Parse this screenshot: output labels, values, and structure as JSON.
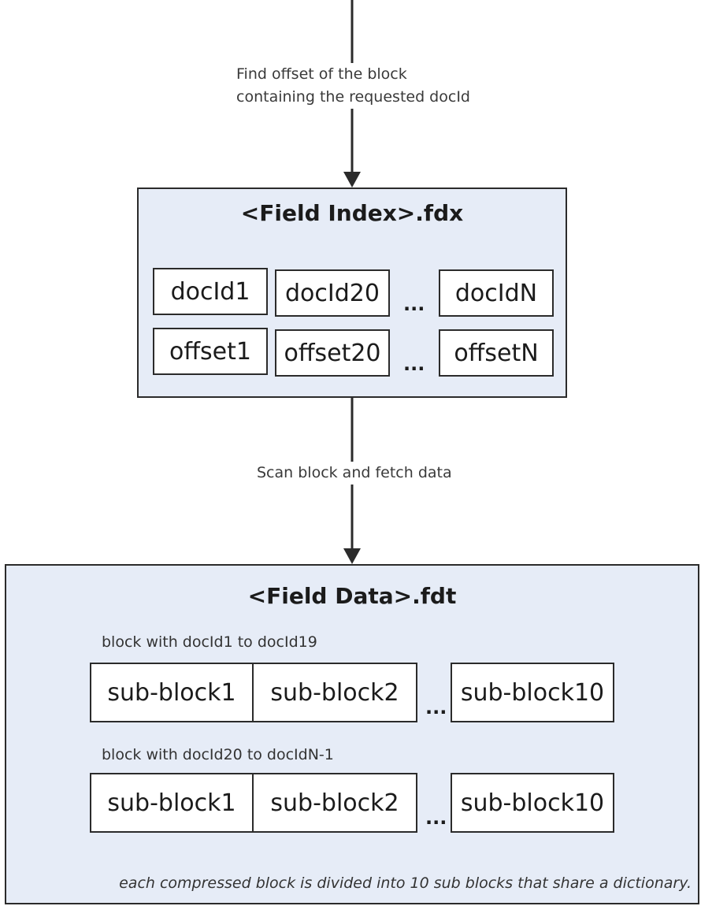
{
  "edges": {
    "lookup_label_line1": "Find offset of the block",
    "lookup_label_line2": "containing the requested docId",
    "scan_label": "Scan block and fetch data"
  },
  "index_panel": {
    "title": "<Field Index>.fdx",
    "doc_ids": [
      "docId1",
      "docId20",
      "docIdN"
    ],
    "offsets": [
      "offset1",
      "offset20",
      "offsetN"
    ],
    "ellipsis": "..."
  },
  "data_panel": {
    "title": "<Field Data>.fdt",
    "blocks": [
      {
        "caption": "block with docId1 to docId19",
        "sub_blocks": [
          "sub-block1",
          "sub-block2",
          "sub-block10"
        ]
      },
      {
        "caption": "block with docId20 to docIdN-1",
        "sub_blocks": [
          "sub-block1",
          "sub-block2",
          "sub-block10"
        ]
      }
    ],
    "ellipsis": "...",
    "footnote": "each compressed block is divided into 10 sub blocks that share a dictionary."
  },
  "colors": {
    "panel_fill": "#e6ecf7",
    "stroke": "#2b2b2b"
  }
}
